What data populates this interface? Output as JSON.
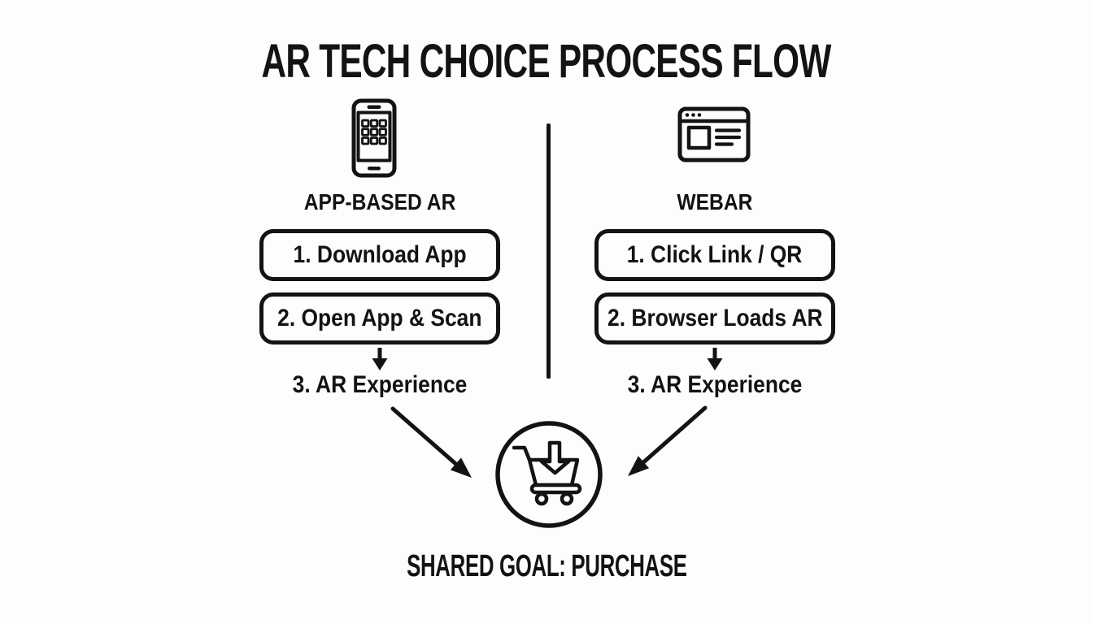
{
  "title": "AR TECH CHOICE PROCESS FLOW",
  "columns": [
    {
      "id": "app-based-ar",
      "icon": "smartphone-icon",
      "heading": "APP-BASED AR",
      "steps": [
        "1. Download App",
        "2. Open App & Scan"
      ],
      "final_step": "3. AR Experience"
    },
    {
      "id": "webar",
      "icon": "browser-window-icon",
      "heading": "WEBAR",
      "steps": [
        "1. Click Link / QR",
        "2. Browser Loads AR"
      ],
      "final_step": "3. AR Experience"
    }
  ],
  "goal": {
    "icon": "cart-download-icon",
    "label": "SHARED GOAL: PURCHASE"
  },
  "colors": {
    "ink": "#131313",
    "background": "#fdfdfd"
  }
}
